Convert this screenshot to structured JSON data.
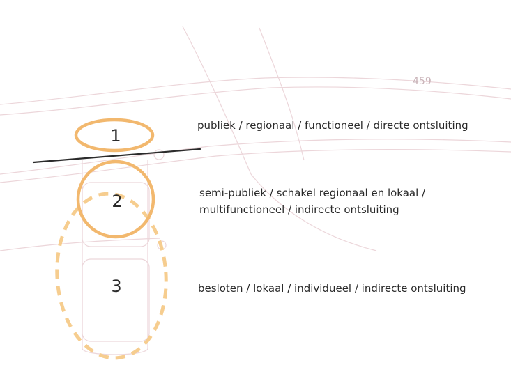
{
  "sketch": {
    "corner_number": "459"
  },
  "colors": {
    "zone_outline": "#f2b86e",
    "zone_dashed": "#f6cd8f",
    "boundary_line": "#2b2b2b",
    "sketch_lines": "#ecd6da",
    "text": "#2a2a2a"
  },
  "zones": [
    {
      "number": "1",
      "description_lines": [
        "publiek / regionaal / functioneel / directe ontsluiting"
      ]
    },
    {
      "number": "2",
      "description_lines": [
        "semi-publiek / schakel regionaal en lokaal /",
        "multifunctioneel / indirecte ontsluiting"
      ]
    },
    {
      "number": "3",
      "description_lines": [
        "besloten / lokaal / individueel / indirecte ontsluiting"
      ]
    }
  ]
}
